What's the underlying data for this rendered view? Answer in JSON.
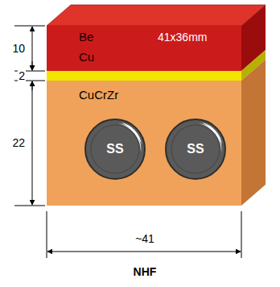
{
  "diagram": {
    "nodes": [
      {
        "text": [
          "Be",
          "41x36mm"
        ]
      },
      {
        "text": [
          "CuCrZr"
        ]
      },
      {
        "text": [
          "SS"
        ],
        "in": 1
      },
      {
        "text": [
          "SS"
        ],
        "in": 1
      }
    ],
    "labels": [
      "Cu",
      "10",
      "2",
      "22",
      "~41",
      "NHF"
    ]
  }
}
